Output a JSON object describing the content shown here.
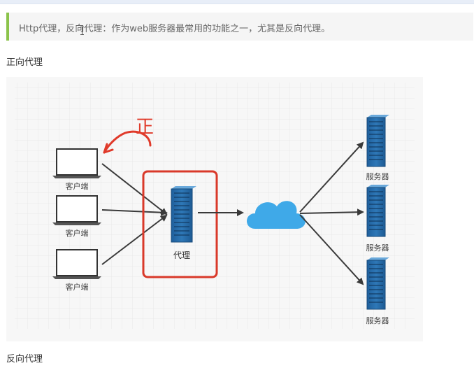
{
  "quote": {
    "text": "Http代理，反向代理：作为web服务器最常用的功能之一，尤其是反向代理。"
  },
  "sections": {
    "forward_title": "正向代理",
    "reverse_title": "反向代理"
  },
  "diagram": {
    "clients": [
      "客户端",
      "客户端",
      "客户端"
    ],
    "proxy_label": "代理",
    "servers": [
      "服务器",
      "服务器",
      "服务器"
    ],
    "annotation": "正",
    "colors": {
      "annotation": "#e03a2a",
      "proxy_box": "#d9392a",
      "cloud": "#3fa9e8",
      "server": "#2e78b7",
      "arrow": "#3a3a3a"
    }
  }
}
